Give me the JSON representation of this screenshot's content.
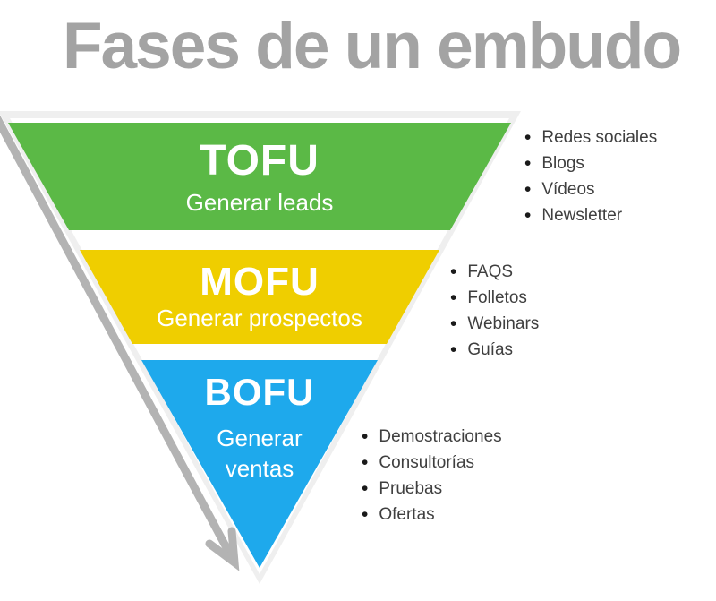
{
  "title": "Fases de un embudo",
  "title_color": "#A3A3A3",
  "funnel": {
    "outline_color": "#EFEFEF",
    "inner_color": "#FFFFFF",
    "arrow_color": "#B3B3B3",
    "stages": [
      {
        "label": "TOFU",
        "subtitle": "Generar leads",
        "color": "#5BB946",
        "items": [
          "Redes sociales",
          "Blogs",
          "Vídeos",
          "Newsletter"
        ]
      },
      {
        "label": "MOFU",
        "subtitle": "Generar prospectos",
        "color": "#EFCE00",
        "items": [
          "FAQS",
          "Folletos",
          "Webinars",
          "Guías"
        ]
      },
      {
        "label": "BOFU",
        "subtitle": "Generar ventas",
        "color": "#1EA9EC",
        "items": [
          "Demostraciones",
          "Consultorías",
          "Pruebas",
          "Ofertas"
        ]
      }
    ]
  },
  "list_text_color": "#3F3F3F"
}
